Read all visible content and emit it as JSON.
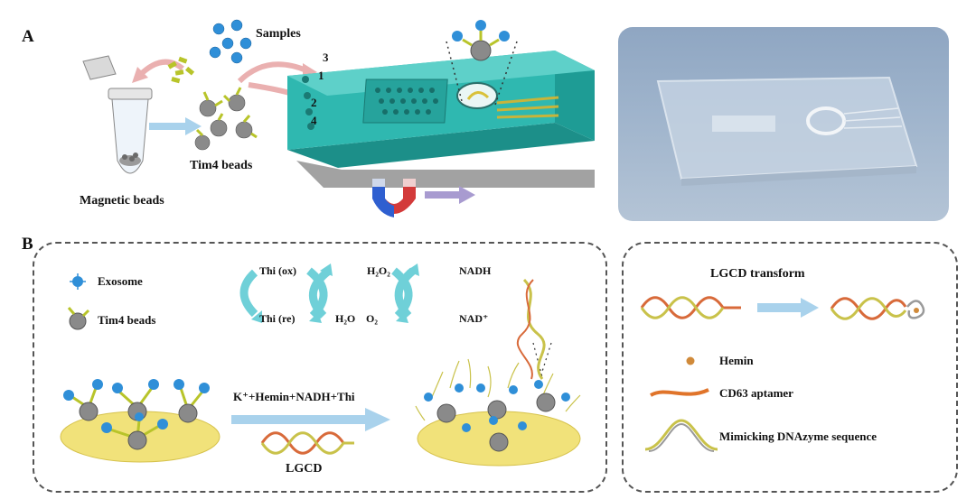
{
  "panel_a": {
    "letter": "A",
    "samples_label": "Samples",
    "magnetic_beads_label": "Magnetic beads",
    "tim4_beads_label": "Tim4 beads",
    "port_labels": [
      "3",
      "1",
      "2",
      "4"
    ]
  },
  "panel_b": {
    "letter": "B",
    "legend_exosome": "Exosome",
    "legend_tim4": "Tim4 beads",
    "cycle_thi_ox": "Thi (ox)",
    "cycle_thi_re": "Thi (re)",
    "cycle_h2o2": "H₂O₂",
    "cycle_h2o": "H₂O",
    "cycle_o2": "O₂",
    "cycle_nadh": "NADH",
    "cycle_nad": "NAD⁺",
    "reaction_label": "K⁺+Hemin+NADH+Thi",
    "lgcd_label": "LGCD",
    "right_title": "LGCD transform",
    "legend_hemin": "Hemin",
    "legend_cd63": "CD63 aptamer",
    "legend_dnazyme": "Mimicking DNAzyme sequence"
  },
  "colors": {
    "chip": "#2fb8b0",
    "exosome": "#2f8fd8",
    "bead": "#8a8a8a",
    "stalk": "#b8c42a",
    "plate": "#f1e27a",
    "arrow_blue": "#a9d2ec",
    "arrow_pink": "#eab0b0",
    "arrow_purple": "#a89bd0",
    "cycle": "#6fd0d8",
    "hemin": "#d08a3a"
  }
}
